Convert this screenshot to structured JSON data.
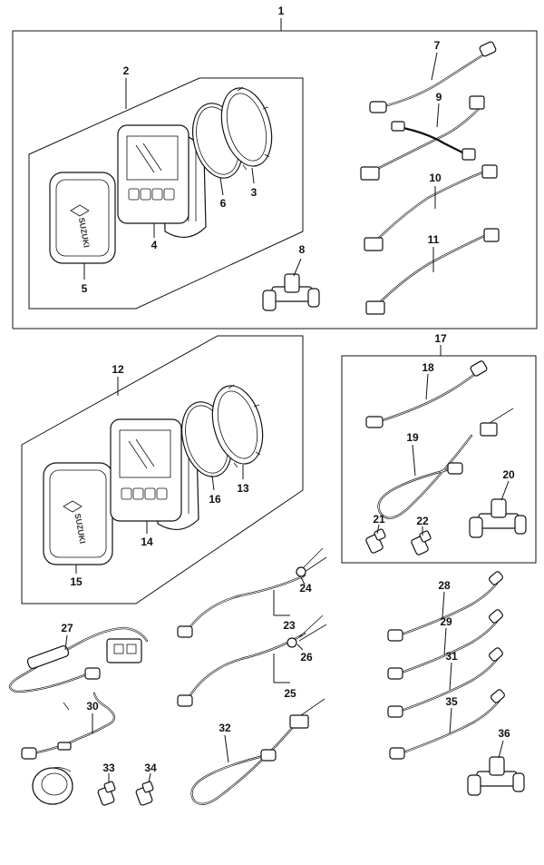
{
  "callouts": {
    "c1": "1",
    "c2": "2",
    "c3": "3",
    "c4": "4",
    "c5": "5",
    "c6": "6",
    "c7": "7",
    "c8": "8",
    "c9": "9",
    "c10": "10",
    "c11": "11",
    "c12": "12",
    "c13": "13",
    "c14": "14",
    "c15": "15",
    "c16": "16",
    "c17": "17",
    "c18": "18",
    "c19": "19",
    "c20": "20",
    "c21": "21",
    "c22": "22",
    "c23": "23",
    "c24": "24",
    "c25": "25",
    "c26": "26",
    "c27": "27",
    "c28": "28",
    "c29": "29",
    "c30": "30",
    "c31": "31",
    "c32": "32",
    "c33": "33",
    "c34": "34",
    "c35": "35",
    "c36": "36"
  },
  "logo": {
    "text": "SUZUKI"
  }
}
